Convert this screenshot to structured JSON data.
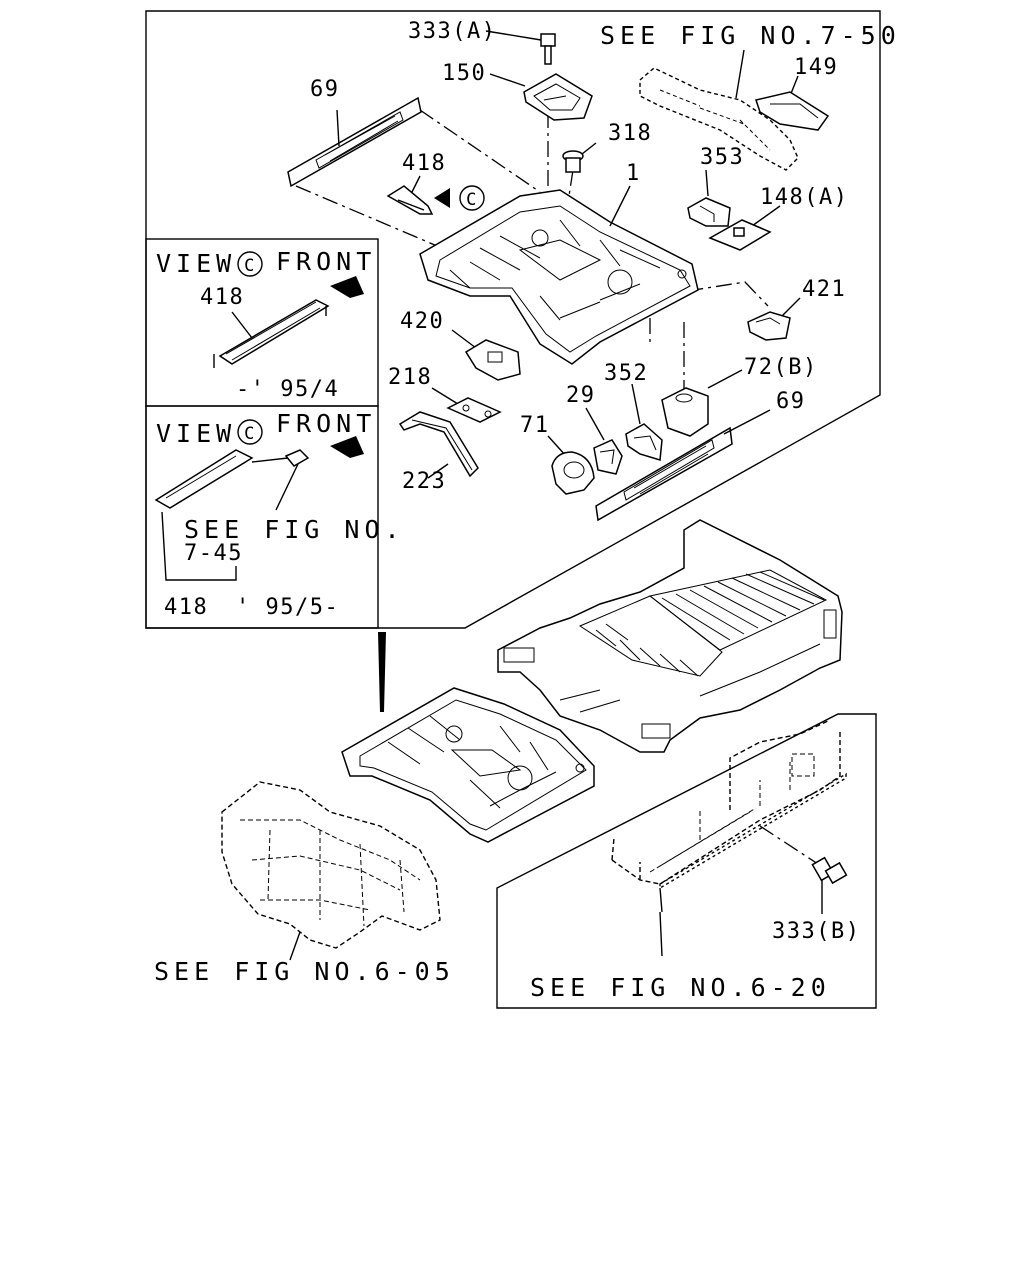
{
  "figure": {
    "part_labels": {
      "p333a": "333(A)",
      "p150": "150",
      "p69_top": "69",
      "p318": "318",
      "p149": "149",
      "p418": "418",
      "p1": "1",
      "p353": "353",
      "p148a": "148(A)",
      "p421": "421",
      "p420": "420",
      "p72b": "72(B)",
      "p218": "218",
      "p352": "352",
      "p29": "29",
      "p69_bottom": "69",
      "p71": "71",
      "p223": "223",
      "p333b": "333(B)"
    },
    "references": {
      "fig_7_50": "SEE FIG NO.7-50",
      "fig_6_05": "SEE FIG NO.6-05",
      "fig_6_20": "SEE FIG NO.6-20"
    },
    "view_circle_letter": "C",
    "inset_top": {
      "view_word": "VIEW",
      "front_word": "FRONT",
      "part_label": "418",
      "period": "-' 95/4"
    },
    "inset_bottom": {
      "view_word": "VIEW",
      "front_word": "FRONT",
      "see_fig": "SEE FIG NO.",
      "see_fig_number": "7-45",
      "part_label": "418",
      "period": "' 95/5-"
    }
  }
}
